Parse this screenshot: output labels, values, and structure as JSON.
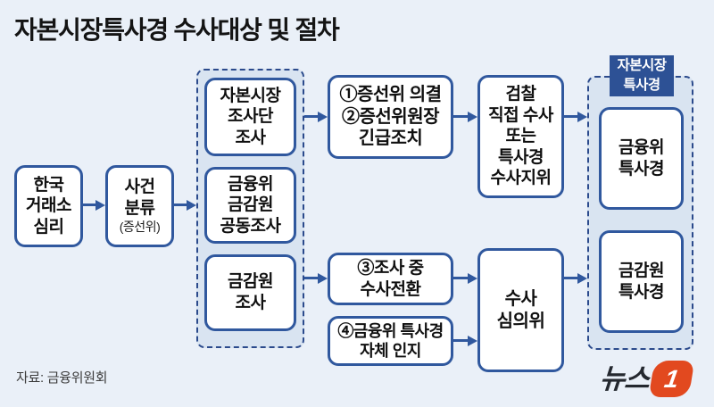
{
  "title": "자본시장특사경 수사대상 및 절차",
  "source": "자료: 금융위원회",
  "colors": {
    "background": "#eaf0f8",
    "box_border": "#30589e",
    "arrow": "#30589e",
    "container_fill": "#d9e4f1",
    "container_border": "#2b4a8c",
    "badge_fill": "#2d5195",
    "badge_text": "#ffffff",
    "logo_red": "#e2491f",
    "logo_text_color": "#24282f"
  },
  "flow": {
    "exchange": {
      "label": "한국\n거래소\n심리"
    },
    "classification": {
      "label": "사건\n분류",
      "sub": "(증선위)"
    },
    "investigation_group": {
      "boxes": [
        {
          "label": "자본시장\n조사단\n조사"
        },
        {
          "label": "금융위\n금감원\n공동조사"
        },
        {
          "label": "금감원\n조사"
        }
      ]
    },
    "decision": {
      "label": "①증선위 의결\n②증선위원장\n긴급조치"
    },
    "prosecution": {
      "label": "검찰\n직접 수사\n또는\n특사경\n수사지위"
    },
    "case3": {
      "label": "③조사 중\n수사전환"
    },
    "case4": {
      "label": "④금융위 특사경\n자체 인지"
    },
    "deliberation": {
      "label": "수사\n심의위"
    },
    "sjp_group": {
      "badge": "자본시장\n특사경",
      "boxes": [
        {
          "label": "금융위\n특사경"
        },
        {
          "label": "금감원\n특사경"
        }
      ]
    }
  },
  "logo": {
    "name": "뉴스1",
    "text": "뉴스",
    "numeral": "1"
  }
}
